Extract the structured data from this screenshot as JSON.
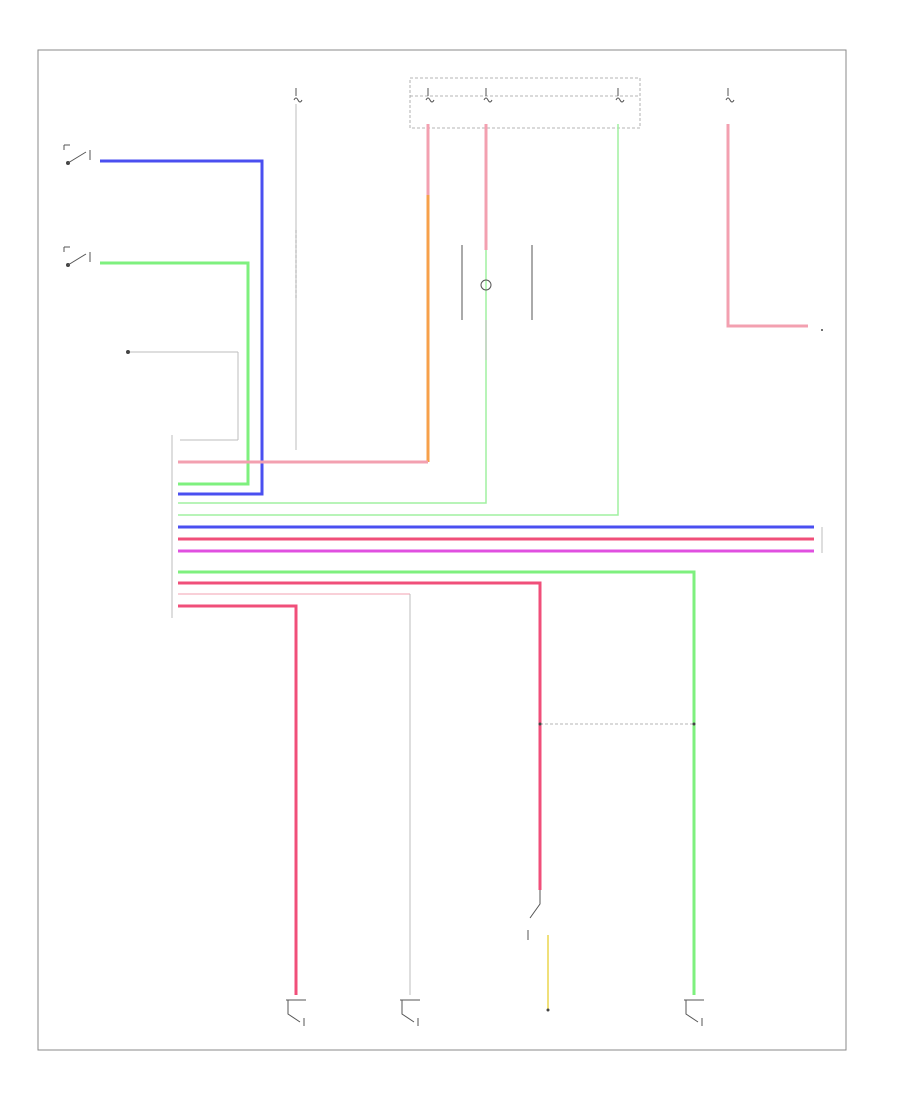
{
  "diagram_title": "",
  "footer_id": "",
  "colors": {
    "blue": "#4a4ff0",
    "green": "#7ef07e",
    "pink": "#f04f7a",
    "light_pink": "#f3a0b0",
    "orange": "#f7a04a",
    "magenta": "#e050e0",
    "light_green": "#a0f0a0",
    "gray": "#bbbbbb"
  },
  "top_components": [
    {
      "id": "fuse_a",
      "label": ""
    },
    {
      "id": "fuse_b",
      "label": ""
    },
    {
      "id": "fuse_c",
      "label": ""
    },
    {
      "id": "fuse_d",
      "label": ""
    }
  ],
  "left_components": [
    {
      "id": "rear_door_switch",
      "label": ""
    },
    {
      "id": "front_door_switch",
      "label": ""
    },
    {
      "id": "ground_ref",
      "label": ""
    }
  ],
  "connector_labels": [
    "",
    "",
    "",
    "",
    "",
    "",
    "",
    "",
    "",
    "",
    "",
    "",
    "",
    "",
    "",
    "",
    ""
  ],
  "module_label": "",
  "bottom_components": [
    {
      "id": "sw_1",
      "label": ""
    },
    {
      "id": "sw_2",
      "label": ""
    },
    {
      "id": "sw_3",
      "label": ""
    },
    {
      "id": "sw_4",
      "label": ""
    }
  ],
  "center_component": ""
}
